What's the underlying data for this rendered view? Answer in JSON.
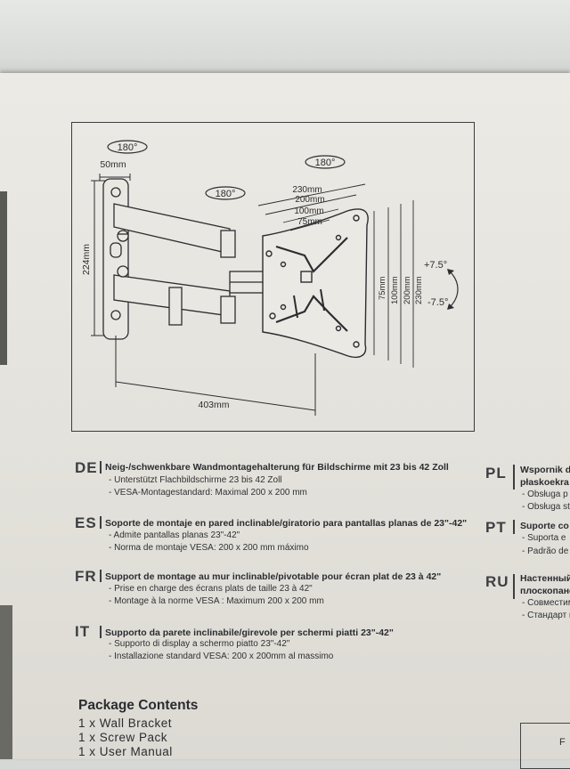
{
  "diagram": {
    "rotation_top_left": "180°",
    "rotation_middle": "180°",
    "rotation_right": "180°",
    "dim_arm_depth": "50mm",
    "dim_height": "224mm",
    "dim_extension": "403mm",
    "dim_h_230": "230mm",
    "dim_h_200": "200mm",
    "dim_h_100": "100mm",
    "dim_h_75": "75mm",
    "dim_v_75": "75mm",
    "dim_v_100": "100mm",
    "dim_v_200": "200mm",
    "dim_v_230": "230mm",
    "tilt_up": "+7.5°",
    "tilt_down": "-7.5°"
  },
  "languages": [
    {
      "code": "DE",
      "title": "Neig-/schwenkbare Wandmontagehalterung für Bildschirme mit 23 bis 42 Zoll",
      "lines": [
        "- Unterstützt Flachbildschirme 23 bis 42 Zoll",
        "- VESA-Montagestandard: Maximal 200 x 200 mm"
      ]
    },
    {
      "code": "ES",
      "title": "Soporte de montaje en pared inclinable/giratorio para pantallas planas de 23\"-42\"",
      "lines": [
        "- Admite pantallas planas 23\"-42\"",
        "- Norma de montaje VESA: 200 x 200 mm máximo"
      ]
    },
    {
      "code": "FR",
      "title": "Support de montage au mur inclinable/pivotable pour écran plat de 23 à 42\"",
      "lines": [
        "- Prise en charge des écrans plats de taille 23 à 42\"",
        "- Montage à la norme VESA : Maximum 200 x 200 mm"
      ]
    },
    {
      "code": "IT",
      "title": "Supporto da parete inclinabile/girevole per schermi piatti 23\"-42\"",
      "lines": [
        "- Supporto di display a schermo piatto 23\"-42\"",
        "- Installazione standard VESA: 200 x 200mm al massimo"
      ]
    },
    {
      "code": "PL",
      "title": "Wspornik d",
      "title2": "płaskoekra",
      "lines": [
        "- Obsługa p",
        "- Obsługa st"
      ]
    },
    {
      "code": "PT",
      "title": "Suporte co",
      "lines": [
        "- Suporta e",
        "- Padrão de"
      ]
    },
    {
      "code": "RU",
      "title": "Настенный",
      "title2": "плоскопане",
      "lines": [
        "- Совместим",
        "- Стандарт к"
      ]
    }
  ],
  "package": {
    "title": "Package Contents",
    "items": [
      "1 x Wall Bracket",
      "1 x Screw Pack",
      "1 x User Manual"
    ]
  },
  "corner": {
    "text": "F"
  },
  "colors": {
    "ink": "#2a2c30",
    "box": "#e8e6e0",
    "wall": "#dcdedc"
  }
}
